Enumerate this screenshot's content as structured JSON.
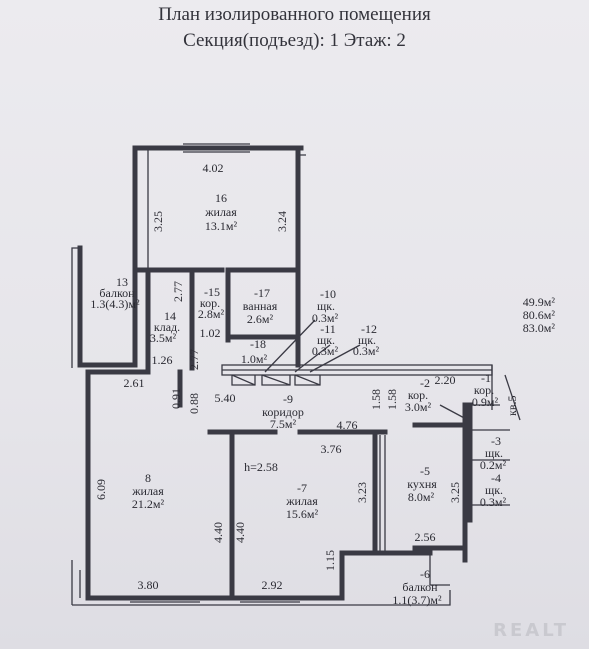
{
  "header": {
    "title_line1": "План изолированного помещения",
    "title_line2": "Секция(подъезд): 1  Этаж: 2"
  },
  "totals": [
    "49.9м²",
    "80.6м²",
    "83.0м²"
  ],
  "rooms": [
    {
      "num": "16",
      "name": "жилая",
      "area": "13.1м²"
    },
    {
      "num": "13",
      "name": "балкон",
      "area": "1.3(4.3)м²"
    },
    {
      "num": "14",
      "name": "клад.",
      "area": "3.5м²"
    },
    {
      "num": "-15",
      "name": "кор.",
      "area": "2.8м²"
    },
    {
      "num": "-17",
      "name": "ванная",
      "area": "2.6м²"
    },
    {
      "num": "-10",
      "name": "щк.",
      "area": "0.3м²"
    },
    {
      "num": "-11",
      "name": "щк.",
      "area": "0.3м²"
    },
    {
      "num": "-12",
      "name": "щк.",
      "area": "0.3м²"
    },
    {
      "num": "-18",
      "name": "",
      "area": "1.0м²"
    },
    {
      "num": "-9",
      "name": "коридор",
      "area": "7.5м²"
    },
    {
      "num": "8",
      "name": "жилая",
      "area": "21.2м²"
    },
    {
      "num": "-7",
      "name": "жилая",
      "area": "15.6м²"
    },
    {
      "num": "-2",
      "name": "кор.",
      "area": "3.0м²"
    },
    {
      "num": "-1",
      "name": "кор.",
      "area": "0.9м²"
    },
    {
      "num": "-3",
      "name": "щк.",
      "area": "0.2м²"
    },
    {
      "num": "-4",
      "name": "щк.",
      "area": "0.3м²"
    },
    {
      "num": "-5",
      "name": "кухня",
      "area": "8.0м²"
    },
    {
      "num": "-6",
      "name": "балкон",
      "area": "1.1(3.7)м²"
    }
  ],
  "dimensions": {
    "d402": "4.02",
    "d325a": "3.25",
    "d324": "3.24",
    "d277a": "2.77",
    "d277b": "2.77",
    "d102": "1.02",
    "d126": "1.26",
    "d261": "2.61",
    "d091": "0.91",
    "d088": "0.88",
    "d540": "5.40",
    "d476": "4.76",
    "d158a": "1.58",
    "d158b": "1.58",
    "d220": "2.20",
    "d609": "6.09",
    "d376": "3.76",
    "d323": "3.23",
    "d325b": "3.25",
    "d440a": "4.40",
    "d440b": "4.40",
    "d115": "1.15",
    "d256": "2.56",
    "d380": "3.80",
    "d292": "2.92"
  },
  "height_label": "h=2.58",
  "apartment_label": "кв.5",
  "watermark": "REALT"
}
